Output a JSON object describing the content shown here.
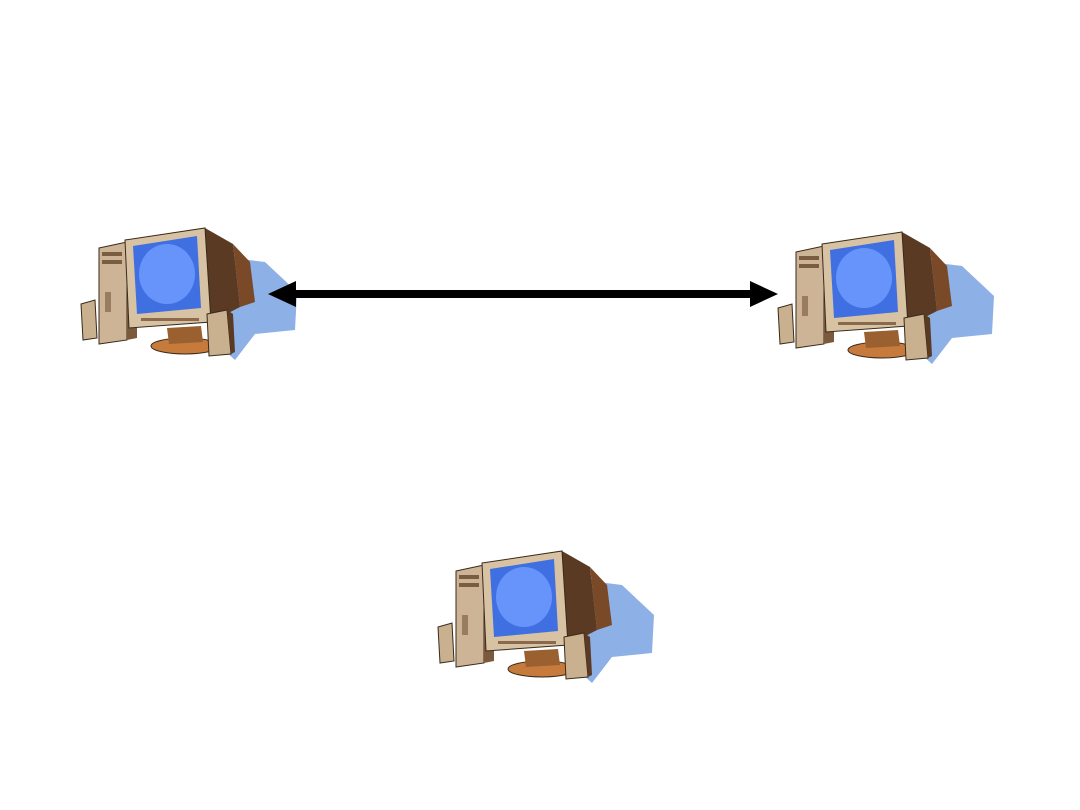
{
  "diagram": {
    "nodes": [
      {
        "id": "pc-left",
        "icon": "desktop-computer-icon"
      },
      {
        "id": "pc-right",
        "icon": "desktop-computer-icon"
      },
      {
        "id": "pc-bottom",
        "icon": "desktop-computer-icon"
      }
    ],
    "edges": [
      {
        "from": "pc-left",
        "to": "pc-right",
        "style": "bidirectional-arrow",
        "color": "#000000"
      }
    ],
    "colors": {
      "screen": "#4f7ff2",
      "screen_glow": "#6f9bff",
      "case": "#cdb497",
      "case_dark": "#5a3a22",
      "shadow": "#8db0e6",
      "stand": "#c67a3c"
    }
  }
}
